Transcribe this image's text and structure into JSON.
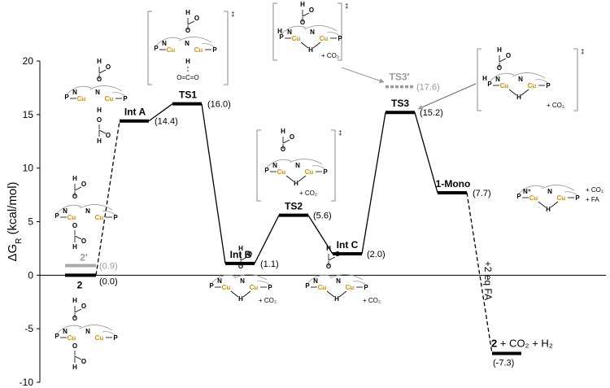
{
  "chart_data": {
    "type": "energy-profile",
    "ylabel": "ΔG",
    "ylabel_sub": "R",
    "ylabel_unit": " (kcal/mol)",
    "ylim": [
      -10,
      20
    ],
    "yticks": [
      -10,
      -5,
      0,
      5,
      10,
      15,
      20
    ],
    "levels": [
      {
        "id": "2",
        "label": "2",
        "value": 0.0,
        "value_text": "(0.0)"
      },
      {
        "id": "2p",
        "label": "2′",
        "value": 0.9,
        "value_text": "(0.9)",
        "muted": true
      },
      {
        "id": "IntA",
        "label": "Int A",
        "value": 14.4,
        "value_text": "(14.4)"
      },
      {
        "id": "TS1",
        "label": "TS1",
        "value": 16.0,
        "value_text": "(16.0)"
      },
      {
        "id": "IntB",
        "label": "Int B",
        "value": 1.1,
        "value_text": "(1.1)"
      },
      {
        "id": "TS2",
        "label": "TS2",
        "value": 5.6,
        "value_text": "(5.6)"
      },
      {
        "id": "IntC",
        "label": "Int C",
        "value": 2.0,
        "value_text": "(2.0)"
      },
      {
        "id": "TS3",
        "label": "TS3",
        "value": 15.2,
        "value_text": "(15.2)"
      },
      {
        "id": "TS3p",
        "label": "TS3′",
        "value": 17.6,
        "value_text": "(17.6)",
        "muted": true
      },
      {
        "id": "Mono",
        "label": "1-Mono",
        "value": 7.7,
        "value_text": "(7.7)"
      },
      {
        "id": "final",
        "label_bold": "2",
        "label_rest": " + CO₂ + H₂",
        "value": -7.3,
        "value_text": "(-7.3)"
      }
    ],
    "step_annotation": "+2 eq FA"
  },
  "structures": {
    "atoms": {
      "P": "P",
      "N": "N",
      "Cu": "Cu",
      "O": "O",
      "H": "H",
      "C": "C",
      "N_plus": "N⁺"
    },
    "co2": "+ CO₂",
    "fa": "+ FA",
    "double_dagger": "‡"
  }
}
